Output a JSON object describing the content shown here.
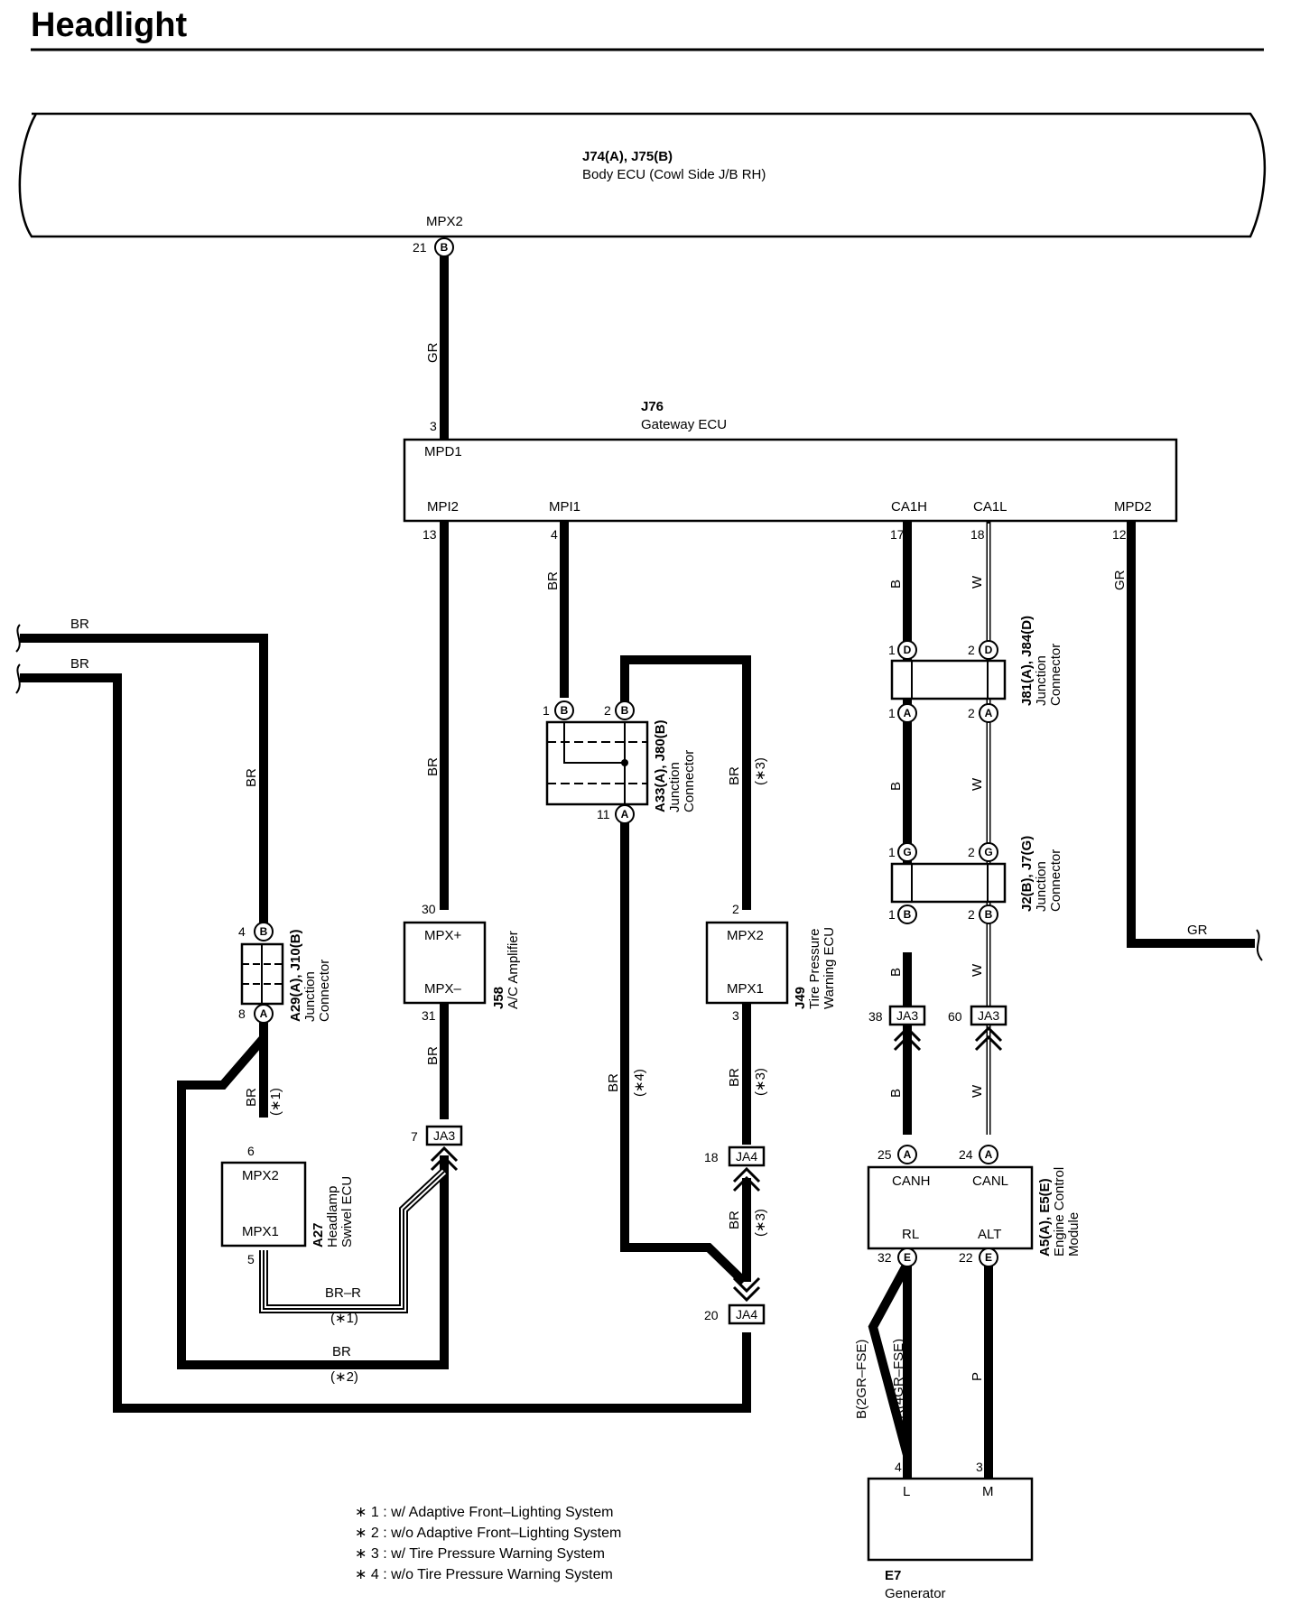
{
  "title": "Headlight",
  "body_ecu": {
    "code": "J74(A), J75(B)",
    "name": "Body ECU (Cowl Side J/B RH)",
    "pin_name": "MPX2",
    "pin": "21",
    "conn": "B"
  },
  "gateway": {
    "code": "J76",
    "name": "Gateway ECU",
    "mpd1": "MPD1",
    "mpi2": "MPI2",
    "mpi1": "MPI1",
    "ca1h": "CA1H",
    "ca1l": "CA1L",
    "mpd2": "MPD2",
    "pin_mpd1": "3",
    "pin_mpi2": "13",
    "pin_mpi1": "4",
    "pin_ca1h": "17",
    "pin_ca1l": "18",
    "pin_mpd2": "12"
  },
  "wires": {
    "gr": "GR",
    "br": "BR",
    "b": "B",
    "w": "W",
    "br_r": "BR–R",
    "p": "P",
    "b_2gr": "B(2GR–FSE)",
    "r_4gr": "R(4GR–FSE)"
  },
  "notes_marks": {
    "n1": "(∗1)",
    "n2": "(∗2)",
    "n3": "(∗3)",
    "n4": "(∗4)"
  },
  "j81": {
    "code": "J81(A), J84(D)",
    "line2": "Junction",
    "line3": "Connector",
    "p1": "1",
    "p2": "2",
    "cD": "D",
    "cA": "A"
  },
  "j2": {
    "code": "J2(B), J7(G)",
    "line2": "Junction",
    "line3": "Connector",
    "p1": "1",
    "p2": "2",
    "cG": "G",
    "cB": "B"
  },
  "a33": {
    "code": "A33(A), J80(B)",
    "line2": "Junction",
    "line3": "Connector",
    "p1": "1",
    "p2": "2",
    "p11": "11",
    "cB": "B",
    "cA": "A"
  },
  "a29": {
    "code": "A29(A), J10(B)",
    "line2": "Junction",
    "line3": "Connector",
    "p4": "4",
    "p8": "8",
    "cB": "B",
    "cA": "A"
  },
  "j58": {
    "code": "J58",
    "name": "A/C Amplifier",
    "mpxp": "MPX+",
    "mpxm": "MPX–",
    "p30": "30",
    "p31": "31"
  },
  "j49": {
    "code": "J49",
    "name1": "Tire Pressure",
    "name2": "Warning ECU",
    "mpx2": "MPX2",
    "mpx1": "MPX1",
    "p2": "2",
    "p3": "3"
  },
  "a27": {
    "code": "A27",
    "name1": "Headlamp",
    "name2": "Swivel ECU",
    "mpx2": "MPX2",
    "mpx1": "MPX1",
    "p6": "6",
    "p5": "5"
  },
  "ecm": {
    "code": "A5(A), E5(E)",
    "name1": "Engine Control",
    "name2": "Module",
    "canh": "CANH",
    "canl": "CANL",
    "rl": "RL",
    "alt": "ALT",
    "p25": "25",
    "p24": "24",
    "p32": "32",
    "p22": "22",
    "cA": "A",
    "cE": "E"
  },
  "gen": {
    "code": "E7",
    "name": "Generator",
    "l": "L",
    "m": "M",
    "p4": "4",
    "p3": "3"
  },
  "ja3": {
    "label": "JA3",
    "p38": "38",
    "p60": "60",
    "p7": "7"
  },
  "ja4": {
    "label": "JA4",
    "p18": "18",
    "p20": "20"
  },
  "footnotes": [
    "∗ 1 : w/ Adaptive Front–Lighting System",
    "∗ 2 : w/o Adaptive Front–Lighting System",
    "∗ 3 : w/ Tire Pressure Warning System",
    "∗ 4 : w/o Tire Pressure Warning System"
  ]
}
